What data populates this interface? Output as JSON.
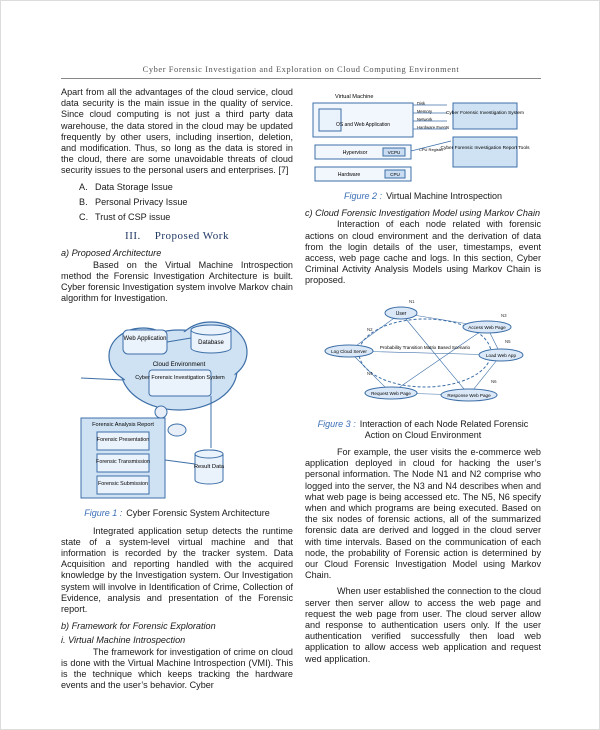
{
  "header": {
    "running_title": "Cyber Forensic Investigation and Exploration on Cloud Computing Environment"
  },
  "left": {
    "intro": "Apart from all the advantages of the cloud service, cloud data security is the main issue in the quality of service. Since cloud computing is not just a third party data warehouse, the data stored in the cloud may be updated frequently by other users, including insertion, deletion, and modification. Thus, so long as the data is stored in the cloud, there are some unavoidable threats of cloud security issues to the personal users and enterprises. [7]",
    "issues": [
      {
        "key": "A.",
        "text": "Data Storage Issue"
      },
      {
        "key": "B.",
        "text": "Personal Privacy Issue"
      },
      {
        "key": "C.",
        "text": "Trust of CSP issue"
      }
    ],
    "section_num": "III.",
    "section_title": "Proposed Work",
    "sub_a": "a)   Proposed Architecture",
    "para_a": "Based on the Virtual Machine Introspection method the Forensic Investigation Architecture is built. Cyber forensic Investigation system involve Markov chain algorithm for Investigation.",
    "fig1": {
      "label": "Figure 1 :",
      "caption": "Cyber Forensic System Architecture",
      "web_app": "Web Application",
      "database": "Database",
      "cloud_env": "Cloud Environment",
      "cfis": "Cyber Forensic Investigation System",
      "report": "Forensic Analysis Report",
      "presentation": "Forensic Presentation",
      "transmission": "Forensic Transmission",
      "submission": "Forensic Submission",
      "result": "Result Data"
    },
    "para_b": "Integrated application setup detects the runtime state of a system-level virtual machine and that information is recorded by the tracker system. Data Acquisition and reporting handled with the acquired knowledge by the Investigation system. Our Investigation system will involve in Identification of Crime, Collection of Evidence, analysis and presentation of the Forensic report.",
    "sub_b": "b)   Framework for Forensic Exploration",
    "sub_i": "i.   Virtual Machine Introspection",
    "para_c": "The framework for investigation of crime on cloud is done with the Virtual Machine Introspection (VMI). This is the technique which keeps tracking the hardware events and the user’s behavior. Cyber"
  },
  "right": {
    "fig2": {
      "label": "Figure 2 :",
      "caption": "Virtual Machine Introspection",
      "vm": "Virtual Machine",
      "os": "OS and Web Application",
      "disk": "Disk",
      "memory": "Memory",
      "network": "Network",
      "hw_events": "Hardware Events",
      "hypervisor": "Hypervisor",
      "vcpu": "VCPU",
      "hardware": "Hardware",
      "cpu": "CPU",
      "cfis": "Cyber Forensic Investigation System",
      "report_tools": "Cyber Forensic Investigation Report Tools",
      "cpu_reg": "CPU Register"
    },
    "sub_c": "c)   Cloud Forensic Investigation Model using Markov Chain",
    "para_d": "Interaction of each node related with forensic actions on cloud environment and the derivation of data from the login details of the user, timestamps, event access, web page cache and logs. In this section, Cyber Criminal Activity Analysis Models using Markov Chain is proposed.",
    "fig3": {
      "label": "Figure 3 :",
      "caption": "Interaction of each Node Related Forensic Action on Cloud Environment",
      "user": "User",
      "access": "Access Web Page",
      "log": "Log Cloud Server",
      "matrix": "Probability Transition Matrix Based Scenario",
      "load": "Load Web App",
      "request": "Request Web Page",
      "response": "Response Web Page",
      "n1": "N1",
      "n2": "N2",
      "n3": "N3",
      "n4": "N4",
      "n5": "N5",
      "n6": "N6"
    },
    "para_e": "For example, the user visits the e-commerce web application deployed in cloud for hacking the user’s personal information. The Node N1 and N2 comprise who logged into the server, the N3 and N4 describes when and what web page is being accessed etc. The N5, N6 specify when and which programs are being executed. Based on the six nodes of forensic actions, all of the summarized forensic data are derived and logged in the cloud server with time intervals. Based on the communication of each node, the probability of Forensic action is determined by our Cloud Forensic Investigation Model using Markov Chain.",
    "para_f": "When user established the connection to the cloud server then server allow to access the web page and request the web page from user. The cloud server allow and response to authentication users only. If the user authentication verified successfully then load web application to allow access web application and request wed application."
  },
  "colors": {
    "section": "#1f3864",
    "caption_label": "#3b6fb6",
    "diagram_fill": "#cfe2f3",
    "diagram_stroke": "#3d6fa8"
  }
}
